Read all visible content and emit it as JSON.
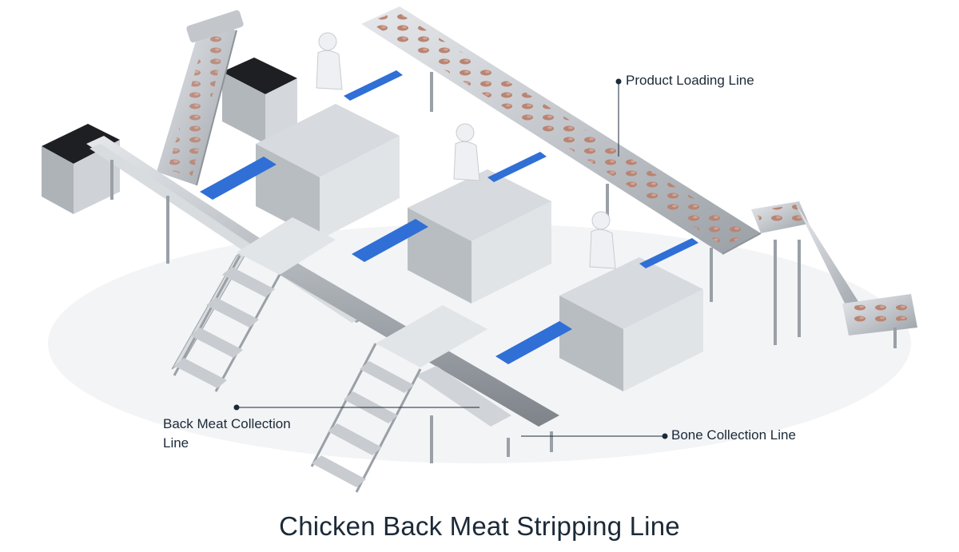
{
  "title": "Chicken Back Meat Stripping Line",
  "callouts": {
    "product_loading": "Product Loading Line",
    "bone_collection": "Bone Collection Line",
    "back_meat": "Back Meat Collection Line"
  },
  "colors": {
    "text": "#1b2a38",
    "leader": "#1b2a38",
    "steel": "#c9ccd0",
    "steel_dark": "#8e9399",
    "belt_blue": "#2f6fd6",
    "product": "#b98473",
    "hopper_dark": "#1e1f22",
    "operator": "#eef0f3"
  }
}
